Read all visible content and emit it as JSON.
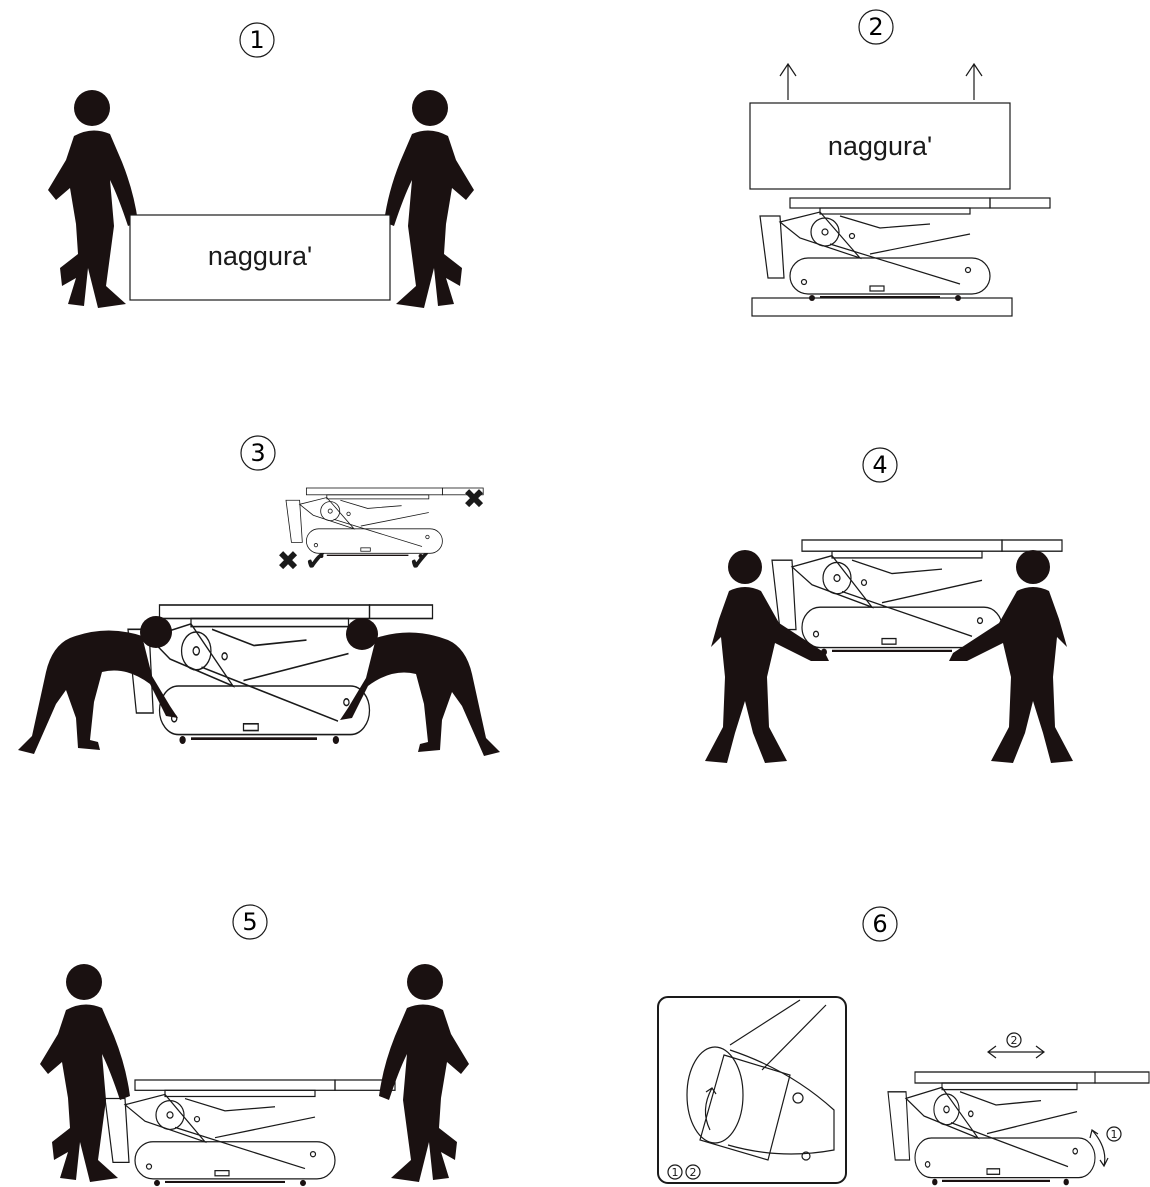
{
  "steps": [
    {
      "number": "1"
    },
    {
      "number": "2"
    },
    {
      "number": "3"
    },
    {
      "number": "4"
    },
    {
      "number": "5"
    },
    {
      "number": "6"
    }
  ],
  "box_brand_text": "naggura'",
  "detail_labels": {
    "inset_marks": [
      "1",
      "2"
    ],
    "arrow_horizontal": "2",
    "arrow_rotate": "1"
  },
  "colors": {
    "ink": "#1a1111",
    "line": "#1a1a1a",
    "background": "#ffffff"
  },
  "icons": [
    "person-silhouette",
    "crate-box",
    "massage-table",
    "up-arrow",
    "check-mark-icon",
    "cross-mark-icon",
    "double-arrow-icon",
    "rotate-arrow-icon"
  ]
}
